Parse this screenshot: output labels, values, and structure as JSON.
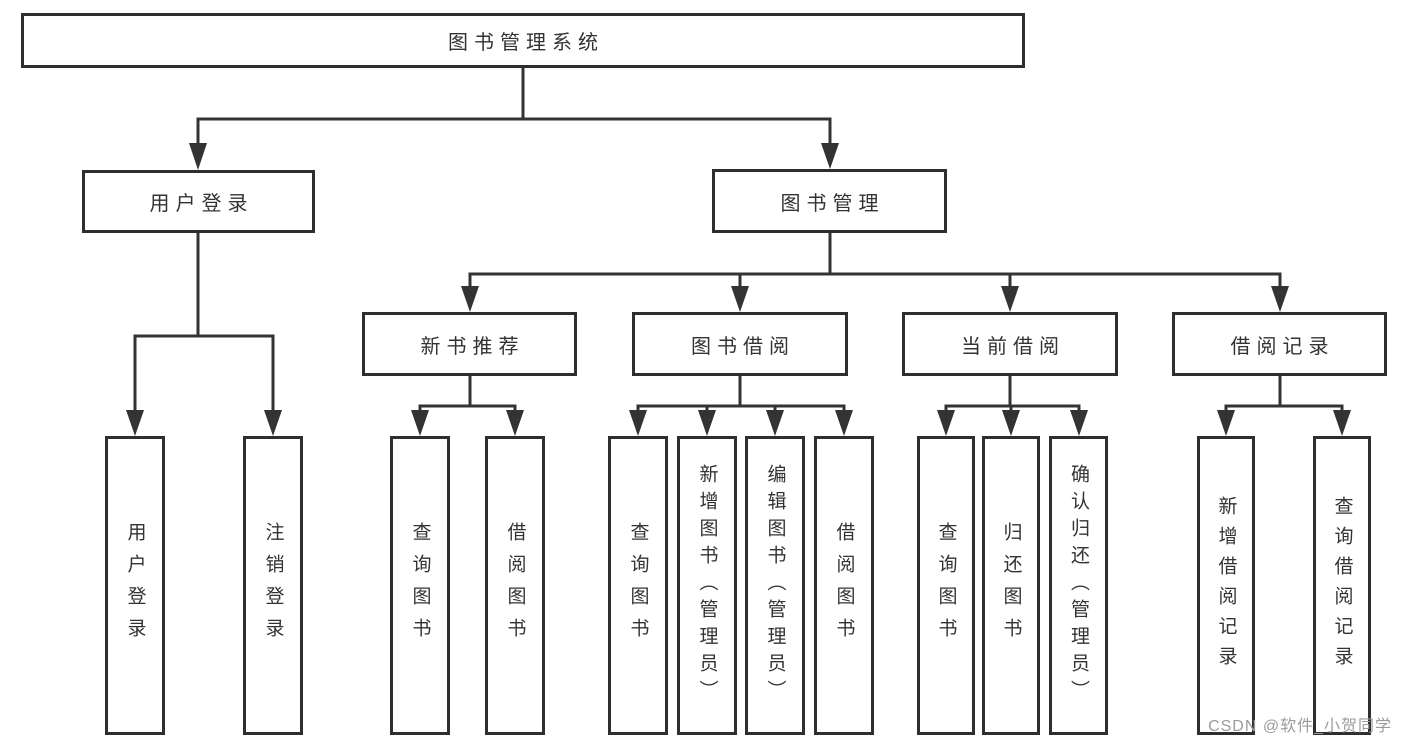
{
  "diagram": {
    "root": "图书管理系统",
    "branches": [
      {
        "label": "用户登录",
        "children": [
          "用户登录",
          "注销登录"
        ]
      },
      {
        "label": "图书管理",
        "sections": [
          {
            "label": "新书推荐",
            "children": [
              "查询图书",
              "借阅图书"
            ]
          },
          {
            "label": "图书借阅",
            "children": [
              "查询图书",
              "新增图书（管理员）",
              "编辑图书（管理员）",
              "借阅图书"
            ]
          },
          {
            "label": "当前借阅",
            "children": [
              "查询图书",
              "归还图书",
              "确认归还（管理员）"
            ]
          },
          {
            "label": "借阅记录",
            "children": [
              "新增借阅记录",
              "查询借阅记录"
            ]
          }
        ]
      }
    ]
  },
  "watermark": "CSDN @软件_小贺同学",
  "colors": {
    "line": "#333333",
    "box_border": "#2e2e2e",
    "text": "#333333",
    "watermark_text": "#9b9b9b",
    "background": "#ffffff"
  }
}
